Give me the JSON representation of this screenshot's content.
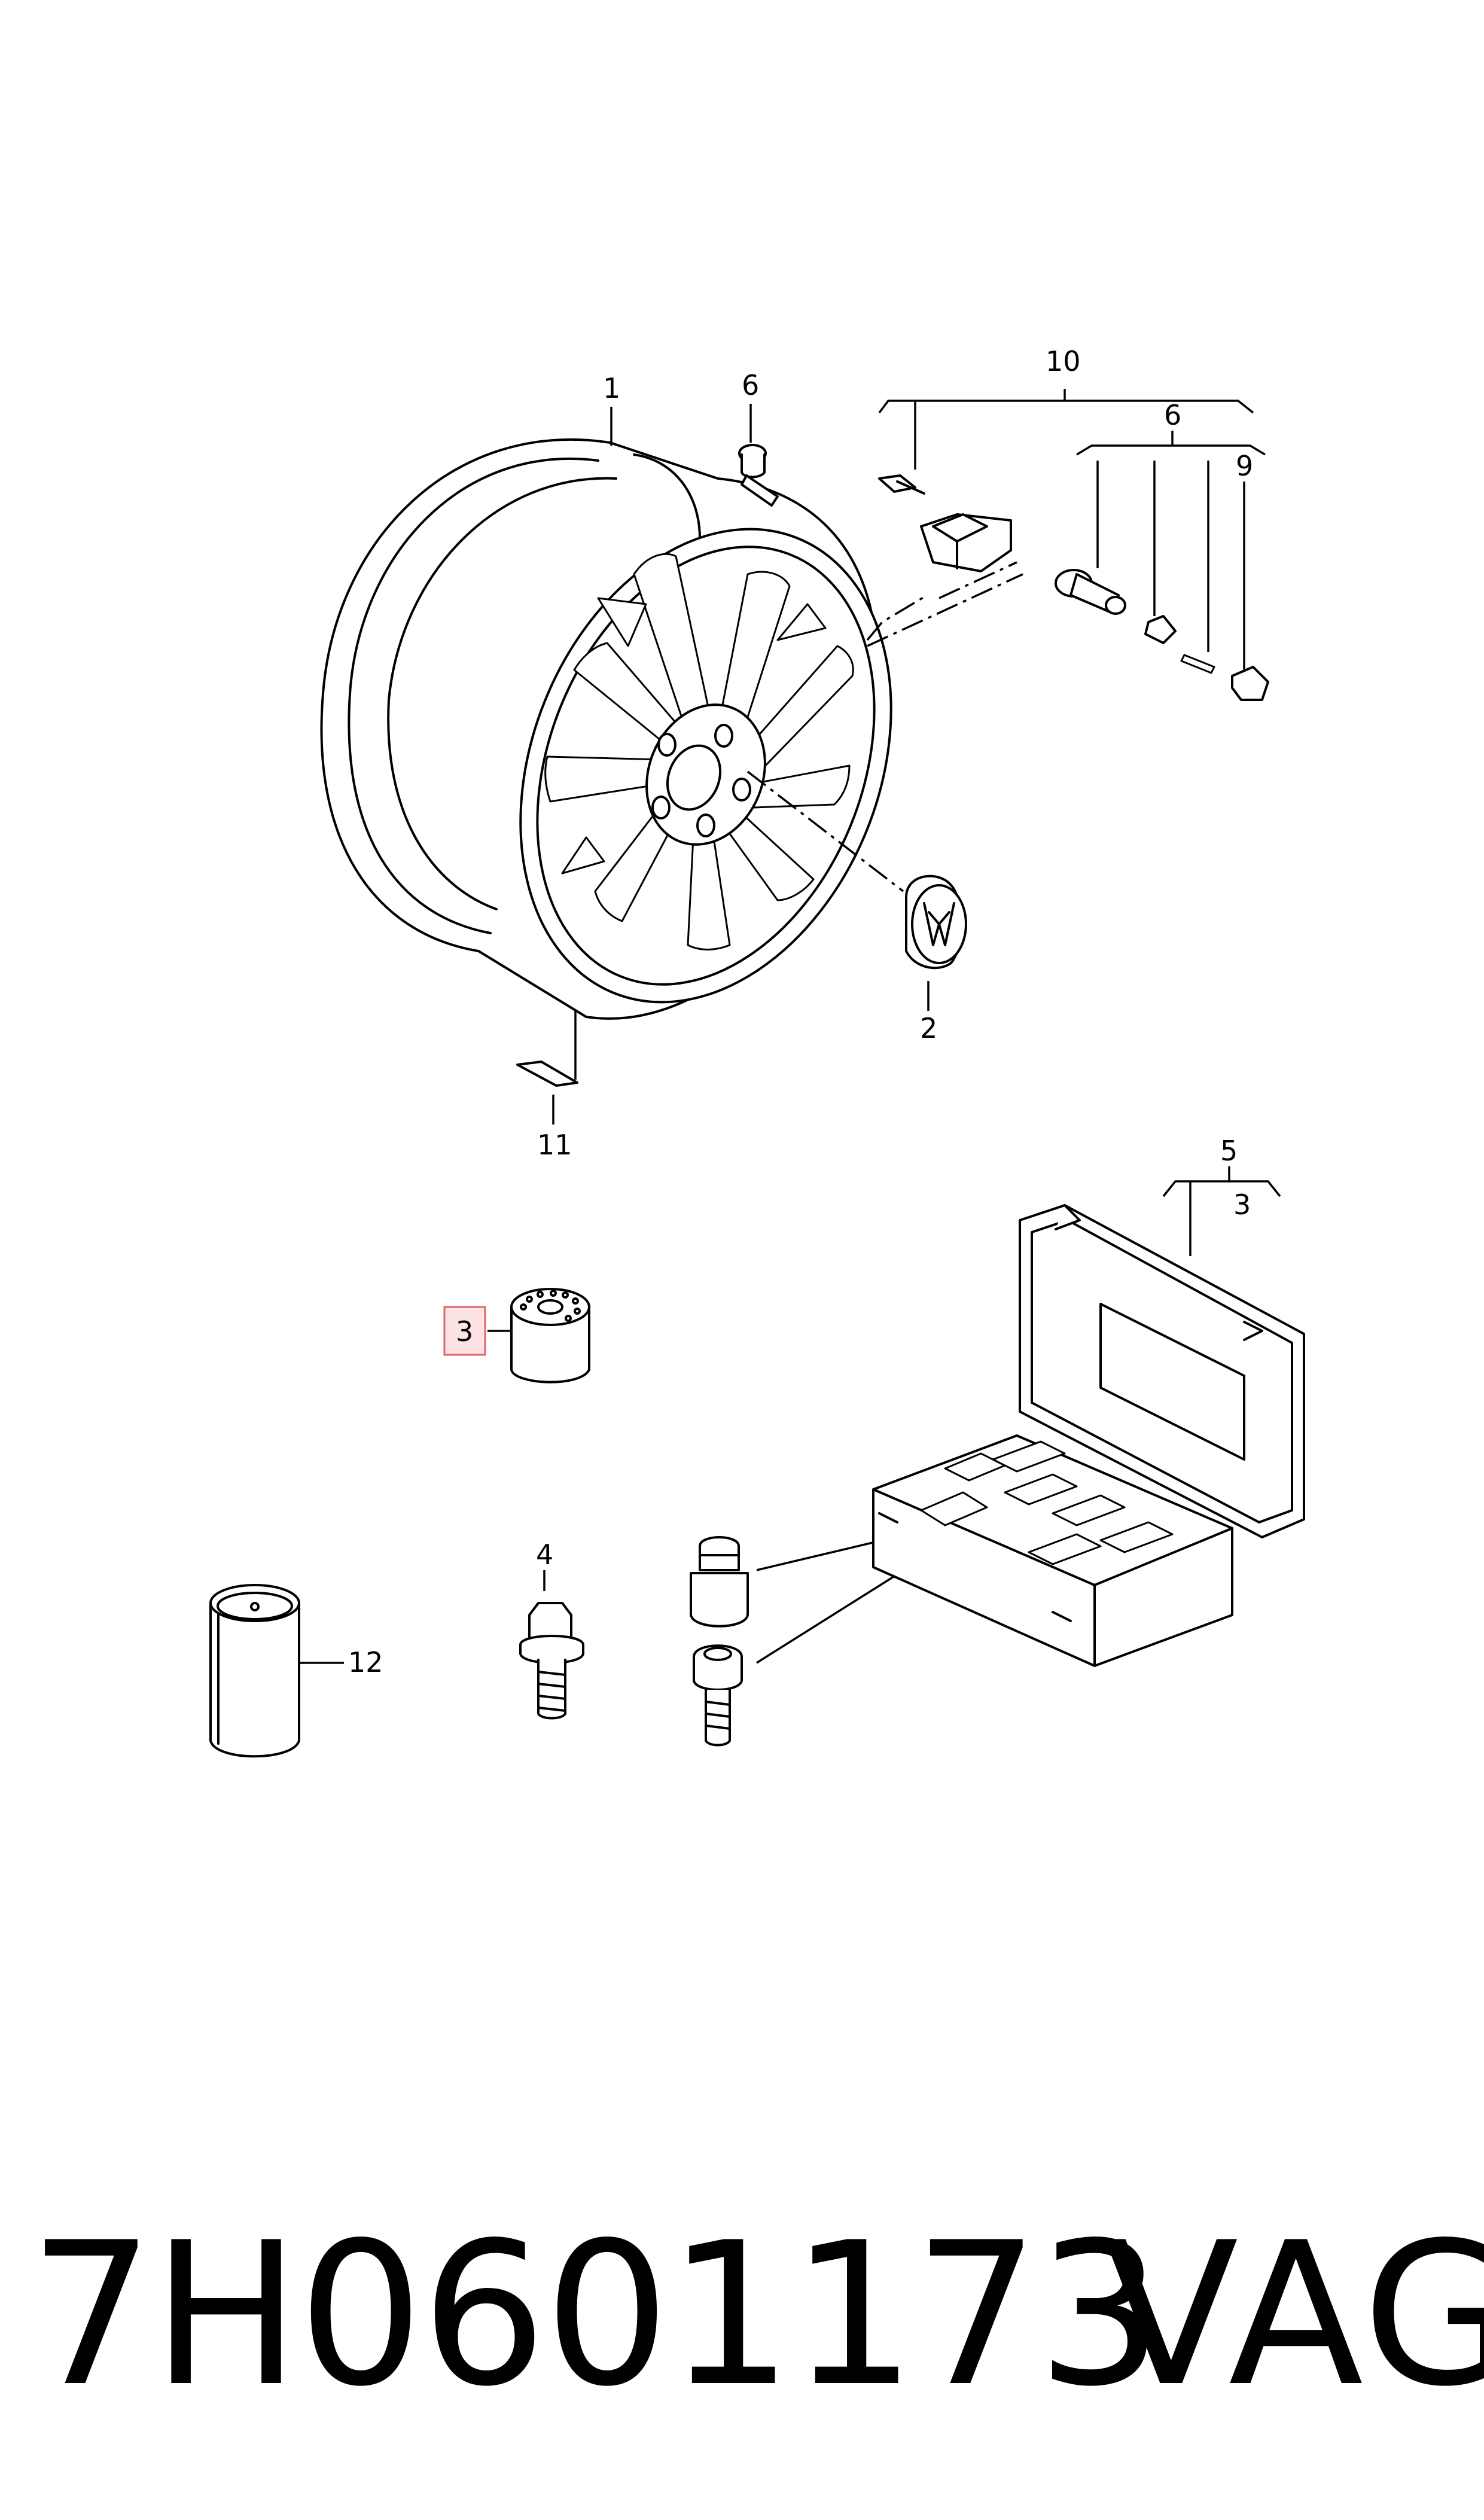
{
  "diagram": {
    "callouts": {
      "c1": "1",
      "c2": "2",
      "c3_highlight": "3",
      "c3_set": "3",
      "c4": "4",
      "c5": "5",
      "c6_top": "6",
      "c6_valve": "6",
      "c9": "9",
      "c10": "10",
      "c11": "11",
      "c12": "12"
    },
    "highlighted_callout": "3",
    "highlight_color": "#e06666"
  },
  "footer": {
    "part_number": "7H0601173",
    "brand": "VAG"
  }
}
